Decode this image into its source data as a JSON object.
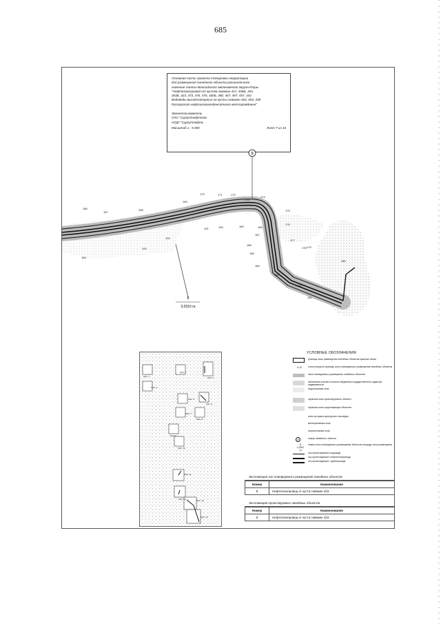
{
  "page": {
    "number": "685"
  },
  "title_block": {
    "lines": [
      "Основная часть проекта планировки территории",
      "для размещения линейного объекта регионального",
      "значения Ханты-Мансийского автономного округа-Югры",
      "\"Нефтегазопровод от кустов скважин 417, 456Б, 453,",
      "453Б, 423, 473, 475, 476, 430Б, 480, 467, 497, 457, 442",
      "Водоводы высоконапорные на кусты скважин 463, 404, 438",
      "Рускорского нефтегазоконденсатного месторождения\""
    ],
    "customer_label": "Землепользователь",
    "customer_lines": [
      "ОАО \"Сургутнефтегаз",
      "НГДУ \"Сургутнефть"
    ],
    "scale": "Масштаб  1 : 5 000",
    "sheet": "Лист 7 из 16"
  },
  "map": {
    "object_number": "9",
    "zone_label_number": "8",
    "zone_area": "3,0310 га",
    "points": [
      "165",
      "166",
      "167",
      "168",
      "169",
      "170",
      "171",
      "172",
      "173",
      "174",
      "175",
      "176",
      "177",
      "178",
      "179",
      "180",
      "181",
      "182",
      "183",
      "184",
      "185",
      "186",
      "187",
      "188",
      "189",
      "190",
      "191",
      "192",
      "193"
    ]
  },
  "legend": {
    "title": "УСЛОВНЫЕ ОБОЗНАЧЕНИЯ",
    "items": [
      "границы зоны размещения линейных объектов красные линии",
      "точки поворота границы зоны планируемого размещения линейных объектов",
      "зона планируемого размещения линейных объектов",
      "земельные участки согласно сведениям государственного кадастра недвижимости",
      "водоохранная зона",
      "охранная зона проектируемого объекта",
      "охранная зона существующих объектов",
      "зоны историко-культурного наследия",
      "мелиоративная зона",
      "перспективная зона",
      "номер линейного объекта",
      "номер зоны планируемого размещения объектов площадь зоны размещения",
      "ось проектируемого водовода",
      "ось проектируемого нефтегазопровода",
      "ось проектируемого трубопровода"
    ],
    "sample_number": "9",
    "sample_zone": "8",
    "sample_area": "1,0811 га",
    "sample_point": "12"
  },
  "inset": {
    "sheets": [
      "Лист 1",
      "Лист 2",
      "Лист 3",
      "Лист 4",
      "Лист 5",
      "Лист 6",
      "Лист 7",
      "Лист 8",
      "Лист 9",
      "Лист 10",
      "Лист 11",
      "Лист 12",
      "Лист 13",
      "Лист 14"
    ]
  },
  "explication_zones": {
    "title": "Экспликация зон планируемого размещения линейных объектов",
    "headers": [
      "Номер",
      "Наименование"
    ],
    "rows": [
      {
        "number": "8",
        "name": "Нефтегазопровод от куста скважин 423"
      }
    ]
  },
  "explication_objects": {
    "title": "Экспликация проектируемых линейных объектов",
    "headers": [
      "Номер",
      "Наименование"
    ],
    "rows": [
      {
        "number": "9",
        "name": "Нефтегазопровод от куста скважин 423"
      }
    ]
  }
}
